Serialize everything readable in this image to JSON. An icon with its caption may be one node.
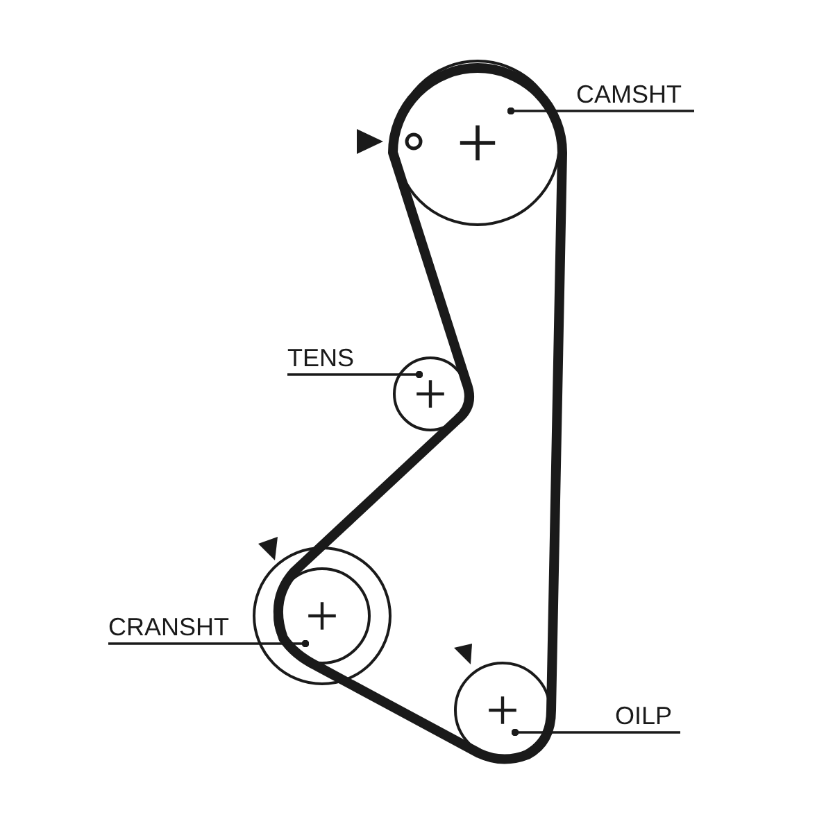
{
  "diagram": {
    "nodes": [
      {
        "text": [
          "CAMSHT"
        ]
      },
      {
        "text": [],
        "shape": "circle"
      },
      {
        "text": [
          "TENS"
        ]
      },
      {
        "text": [],
        "shape": "circle"
      },
      {
        "text": [
          "CRANSHT"
        ]
      },
      {
        "text": [],
        "shape": "circle"
      },
      {
        "text": [
          "OILP"
        ]
      },
      {
        "text": [],
        "shape": "circle"
      }
    ],
    "edges": [
      {
        "from": 0,
        "to": 1,
        "arrow": "other"
      },
      {
        "from": 2,
        "to": 3,
        "arrow": "other"
      },
      {
        "from": 4,
        "to": 5,
        "arrow": "other"
      },
      {
        "from": 6,
        "to": 7,
        "arrow": "other"
      }
    ]
  }
}
